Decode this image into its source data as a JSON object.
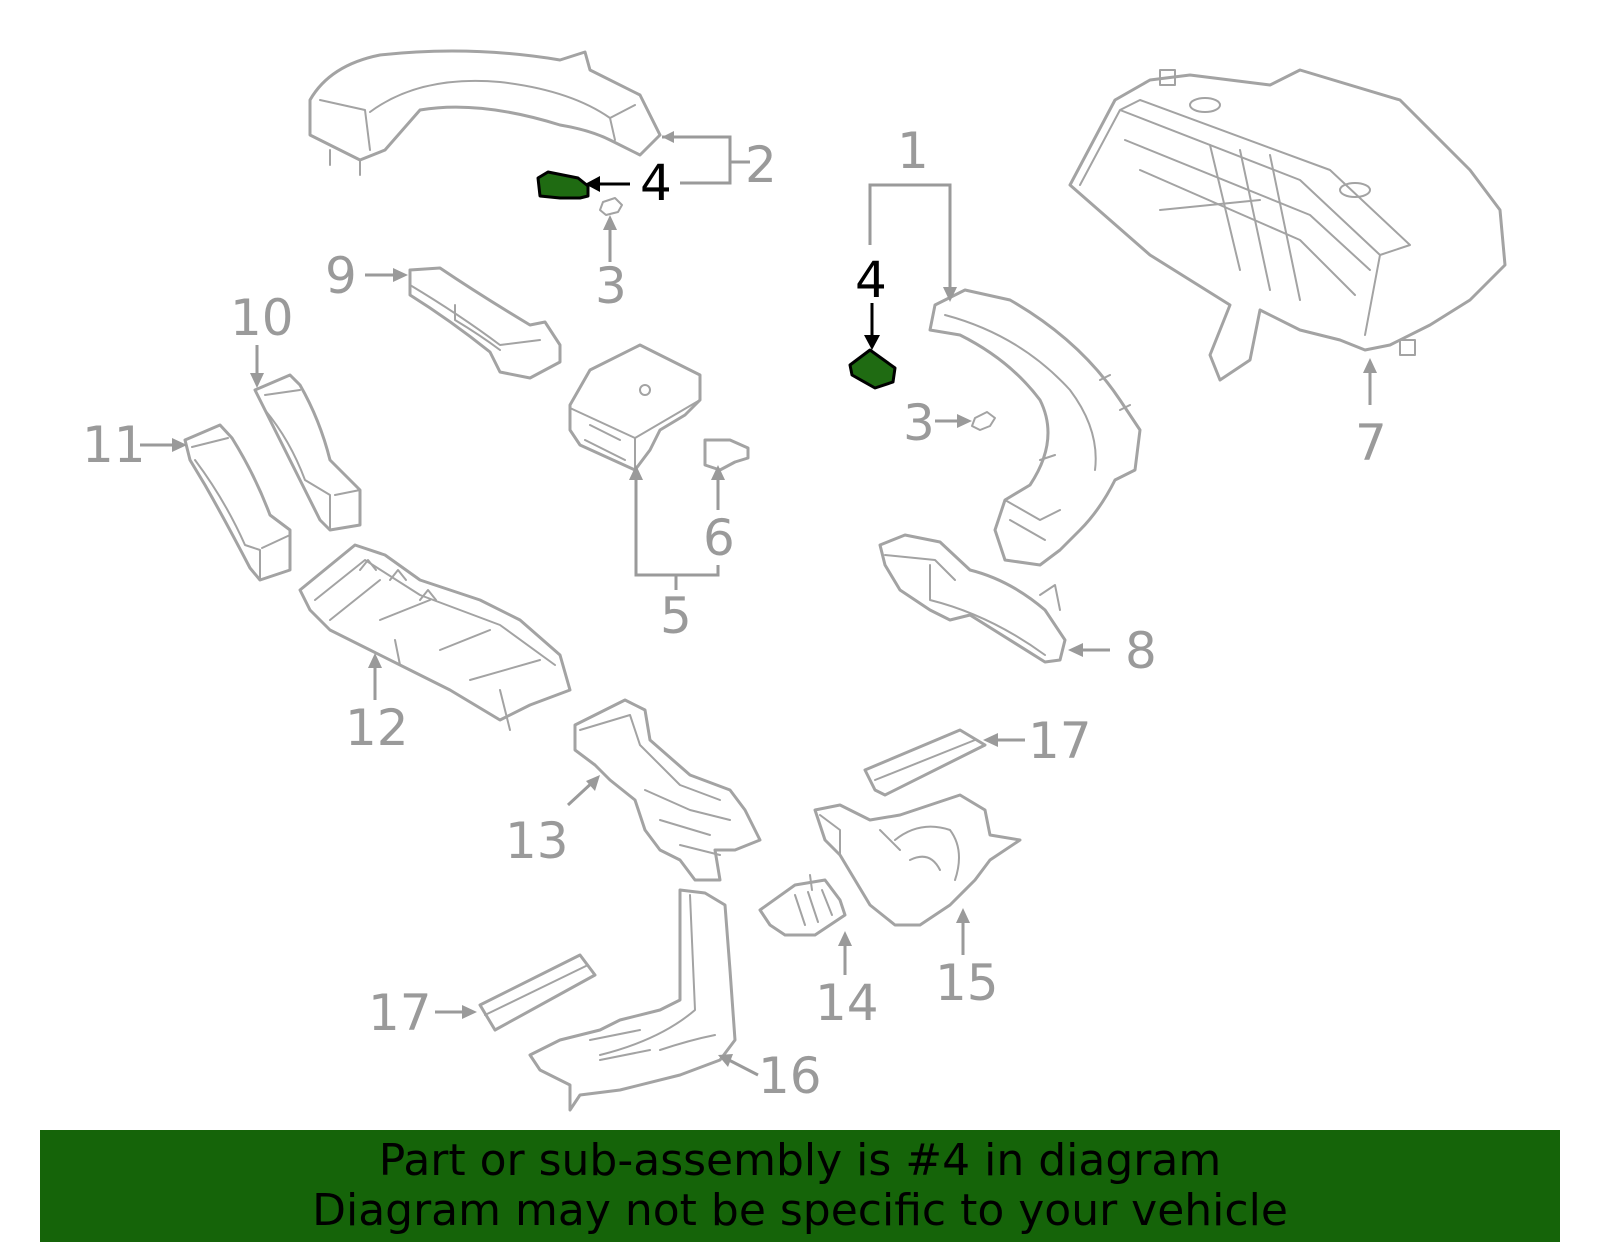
{
  "diagram": {
    "highlight_color": "#1f6b12",
    "leader_color": "#9a9a9a",
    "callouts": [
      {
        "id": "c1",
        "label": "1",
        "highlight": false
      },
      {
        "id": "c2",
        "label": "2",
        "highlight": false
      },
      {
        "id": "c3a",
        "label": "3",
        "highlight": false
      },
      {
        "id": "c3b",
        "label": "3",
        "highlight": false
      },
      {
        "id": "c4a",
        "label": "4",
        "highlight": true
      },
      {
        "id": "c4b",
        "label": "4",
        "highlight": true
      },
      {
        "id": "c5",
        "label": "5",
        "highlight": false
      },
      {
        "id": "c6",
        "label": "6",
        "highlight": false
      },
      {
        "id": "c7",
        "label": "7",
        "highlight": false
      },
      {
        "id": "c8",
        "label": "8",
        "highlight": false
      },
      {
        "id": "c9",
        "label": "9",
        "highlight": false
      },
      {
        "id": "c10",
        "label": "10",
        "highlight": false
      },
      {
        "id": "c11",
        "label": "11",
        "highlight": false
      },
      {
        "id": "c12",
        "label": "12",
        "highlight": false
      },
      {
        "id": "c13",
        "label": "13",
        "highlight": false
      },
      {
        "id": "c14",
        "label": "14",
        "highlight": false
      },
      {
        "id": "c15",
        "label": "15",
        "highlight": false
      },
      {
        "id": "c16",
        "label": "16",
        "highlight": false
      },
      {
        "id": "c17a",
        "label": "17",
        "highlight": false
      },
      {
        "id": "c17b",
        "label": "17",
        "highlight": false
      }
    ]
  },
  "banner": {
    "background": "#156409",
    "line1": "Part or sub-assembly is #4 in diagram",
    "line2": "Diagram may not be specific to your vehicle"
  }
}
